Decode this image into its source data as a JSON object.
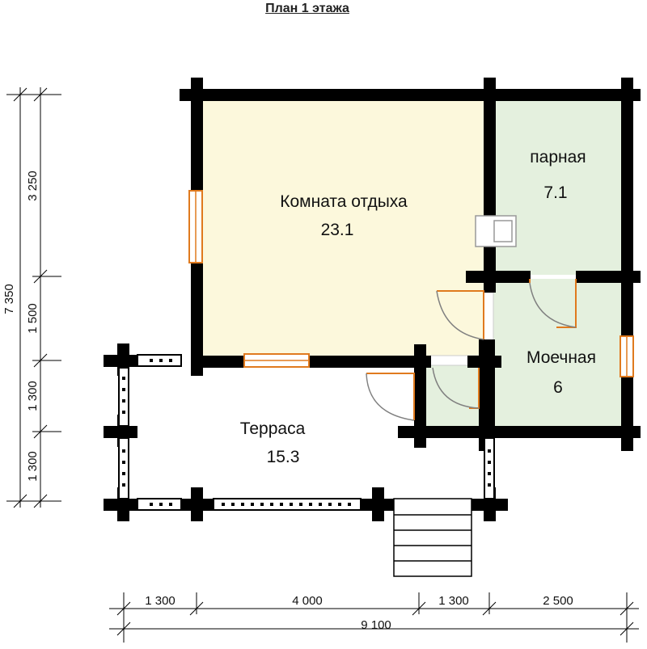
{
  "title": "План 1 этажа",
  "rooms": [
    {
      "name": "Комната отдыха",
      "area": "23.1"
    },
    {
      "name": "парная",
      "area": "7.1"
    },
    {
      "name": "Моечная",
      "area": "6"
    },
    {
      "name": "Терраса",
      "area": "15.3"
    }
  ],
  "dimensions": {
    "vertical": [
      "3 250",
      "1 500",
      "1 300",
      "1 300"
    ],
    "vertical_total": "7 350",
    "horizontal": [
      "1 300",
      "4 000",
      "1 300",
      "2 500"
    ],
    "horizontal_total": "9 100"
  },
  "colors": {
    "wall": "#000000",
    "rest_room_fill": "#fcf8dc",
    "wet_room_fill": "#e4f0de",
    "window_frame": "#e07a1e",
    "door_swing": "#808080"
  }
}
